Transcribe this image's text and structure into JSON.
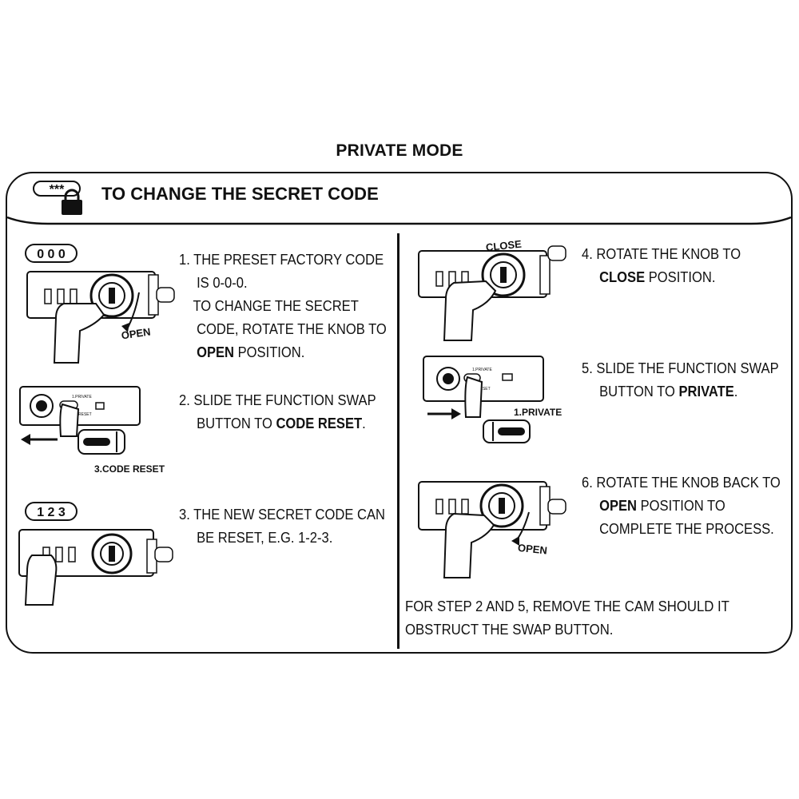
{
  "title": "PRIVATE MODE",
  "section": {
    "heading": "TO CHANGE THE SECRET CODE",
    "icon_code": "***",
    "icon": "padlock-icon"
  },
  "steps": [
    {
      "num": "1.",
      "lines": [
        {
          "t": "THE PRESET FACTORY CODE"
        },
        {
          "t": "IS 0-0-0."
        },
        {
          "t": "TO CHANGE THE SECRET"
        },
        {
          "t": "CODE, ROTATE THE KNOB TO"
        },
        {
          "bold": "OPEN",
          "t": " POSITION."
        }
      ]
    },
    {
      "num": "2.",
      "lines": [
        {
          "t": "SLIDE THE FUNCTION SWAP"
        },
        {
          "t": "BUTTON TO ",
          "bold": "CODE RESET",
          "t2": "."
        }
      ]
    },
    {
      "num": "3.",
      "lines": [
        {
          "t": "THE NEW SECRET CODE CAN"
        },
        {
          "t": "BE RESET, E.G. 1-2-3."
        }
      ]
    },
    {
      "num": "4.",
      "lines": [
        {
          "t": "ROTATE THE KNOB TO"
        },
        {
          "bold": "CLOSE",
          "t": " POSITION."
        }
      ]
    },
    {
      "num": "5.",
      "lines": [
        {
          "t": "SLIDE THE FUNCTION  SWAP"
        },
        {
          "t": "BUTTON TO ",
          "bold": "PRIVATE",
          "t2": "."
        }
      ]
    },
    {
      "num": "6.",
      "lines": [
        {
          "t": "ROTATE THE KNOB BACK TO"
        },
        {
          "bold": "OPEN",
          "t": " POSITION TO"
        },
        {
          "t": "COMPLETE THE PROCESS."
        }
      ]
    }
  ],
  "note": {
    "line1": "FOR STEP 2 AND 5,  REMOVE THE CAM SHOULD IT",
    "line2": "OBSTRUCT THE SWAP BUTTON."
  },
  "figures": {
    "code_000": "0 0 0",
    "code_123": "1 2 3",
    "open_label": "OPEN",
    "close_label": "CLOSE",
    "code_reset_label": "3.CODE RESET",
    "private_label": "1.PRIVATE",
    "switch_private": "1.PRIVATE",
    "switch_reset": "RESET"
  }
}
